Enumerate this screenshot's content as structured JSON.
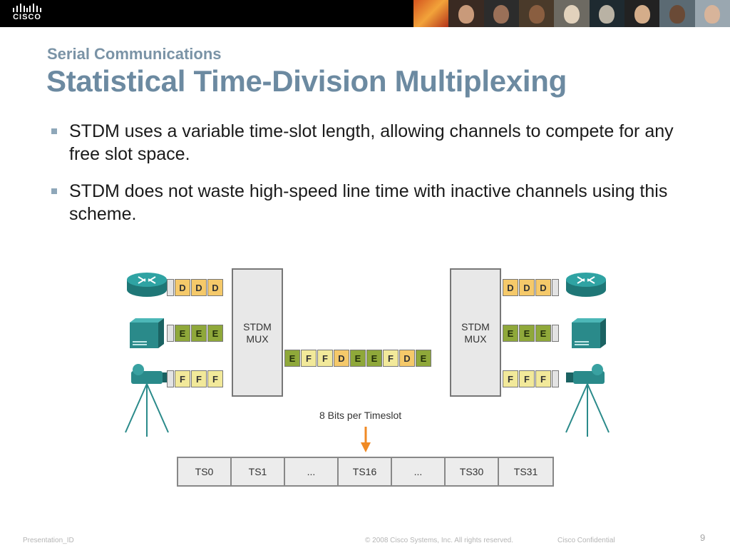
{
  "header": {
    "logo_text": "CISCO",
    "photo_count": 9
  },
  "slide": {
    "subtitle": "Serial Communications",
    "title": "Statistical Time-Division Multiplexing",
    "bullets": [
      "STDM uses a variable time-slot length, allowing channels to compete for any free slot space.",
      "STDM does not waste high-speed line time with inactive channels using this scheme."
    ]
  },
  "diagram": {
    "left_mux_label": "STDM\nMUX",
    "right_mux_label": "STDM\nMUX",
    "channel_rows": [
      {
        "device": "router-icon",
        "cells": [
          "D",
          "D",
          "D"
        ]
      },
      {
        "device": "server-icon",
        "cells": [
          "E",
          "E",
          "E"
        ]
      },
      {
        "device": "camera-icon",
        "cells": [
          "F",
          "F",
          "F"
        ]
      }
    ],
    "trunk_cells": [
      "E",
      "F",
      "F",
      "D",
      "E",
      "E",
      "F",
      "D",
      "E"
    ],
    "timeslot_label": "8 Bits per Timeslot",
    "timeslots": [
      "TS0",
      "TS1",
      "...",
      "TS16",
      "...",
      "TS30",
      "TS31"
    ],
    "colors": {
      "D": "#f5c96a",
      "E": "#8fa83a",
      "F": "#f2e99a",
      "arrow": "#f08a24",
      "device": "#2a8a8a"
    }
  },
  "footer": {
    "presentation_id": "Presentation_ID",
    "copyright": "© 2008 Cisco Systems, Inc. All rights reserved.",
    "confidential": "Cisco Confidential",
    "page_number": "9"
  }
}
